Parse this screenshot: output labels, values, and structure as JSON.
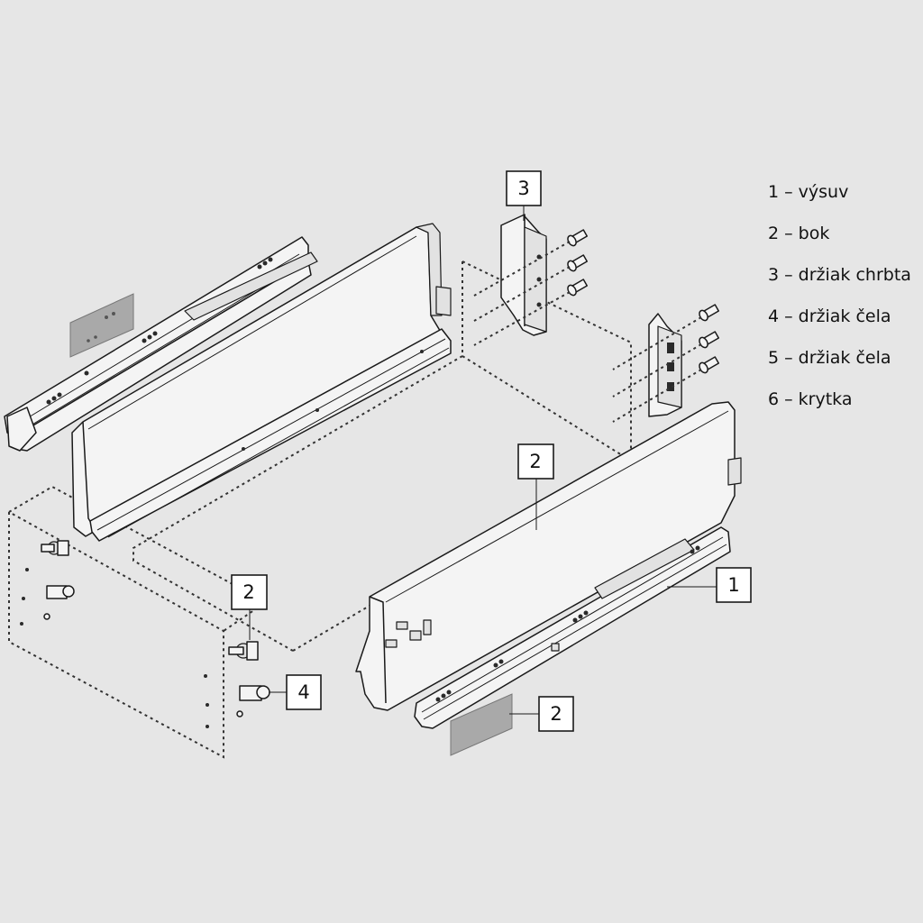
{
  "legend": [
    "1 – výsuv",
    "2 – bok",
    "3 – držiak chrbta",
    "4 – držiak čela",
    "5 – držiak čela",
    "6 – krytka"
  ],
  "callouts": {
    "drawer_back_holder": "3",
    "right_side_panel": "2",
    "runner": "1",
    "front_connector_upper": "2",
    "front_holder": "4",
    "cover_cap": "2"
  },
  "colors": {
    "background": "#e6e6e6",
    "line": "#1a1a1a",
    "part_fill": "#f4f4f4",
    "cap_fill": "#a9a9a9"
  }
}
